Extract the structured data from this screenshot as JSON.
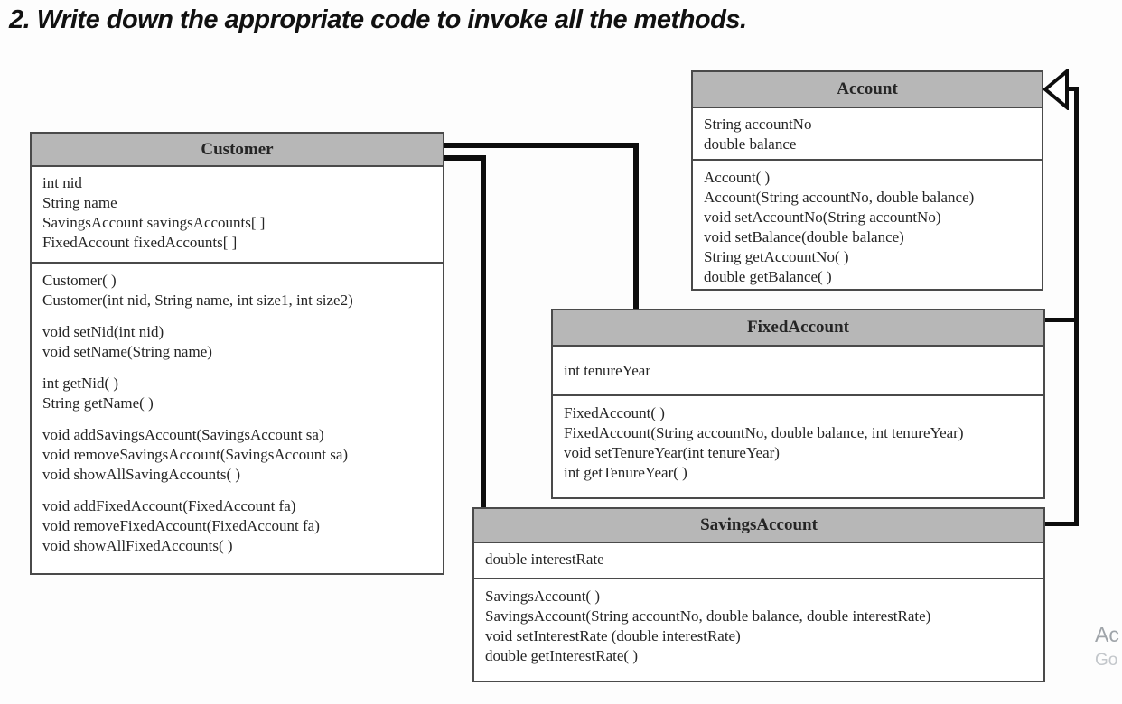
{
  "title": "2. Write down the appropriate code to invoke all the methods.",
  "colors": {
    "header_fill": "#b7b7b7",
    "box_border": "#4a4a4a",
    "connector": "#0d0d0d",
    "text": "#252525",
    "background": "#fdfdfd"
  },
  "classes": [
    {
      "name": "Customer",
      "attributes": [
        "int nid",
        "String name",
        "SavingsAccount savingsAccounts[ ]",
        "FixedAccount fixedAccounts[ ]"
      ],
      "method_groups": [
        [
          "Customer( )",
          "Customer(int nid, String name, int size1, int size2)"
        ],
        [
          "void setNid(int nid)",
          "void setName(String name)"
        ],
        [
          "int getNid( )",
          "String getName( )"
        ],
        [
          "void addSavingsAccount(SavingsAccount sa)",
          "void removeSavingsAccount(SavingsAccount sa)",
          "void showAllSavingAccounts( )"
        ],
        [
          "void addFixedAccount(FixedAccount fa)",
          "void removeFixedAccount(FixedAccount fa)",
          "void showAllFixedAccounts( )"
        ]
      ]
    },
    {
      "name": "Account",
      "attributes": [
        "String accountNo",
        "double balance"
      ],
      "method_groups": [
        [
          "Account( )",
          "Account(String accountNo, double balance)",
          "void setAccountNo(String accountNo)",
          "void setBalance(double balance)",
          "String getAccountNo( )",
          "double getBalance( )"
        ]
      ]
    },
    {
      "name": "FixedAccount",
      "attributes": [
        "int tenureYear"
      ],
      "method_groups": [
        [
          "FixedAccount( )",
          "FixedAccount(String accountNo, double balance, int tenureYear)",
          "void setTenureYear(int tenureYear)",
          "int getTenureYear( )"
        ]
      ]
    },
    {
      "name": "SavingsAccount",
      "attributes": [
        "double interestRate"
      ],
      "method_groups": [
        [
          "SavingsAccount( )",
          "SavingsAccount(String accountNo, double balance, double interestRate)",
          "void setInterestRate (double interestRate)",
          "double getInterestRate( )"
        ]
      ]
    }
  ],
  "relationships": [
    {
      "type": "association",
      "from": "Customer",
      "to": "FixedAccount"
    },
    {
      "type": "association",
      "from": "Customer",
      "to": "SavingsAccount"
    },
    {
      "type": "inheritance",
      "from": "FixedAccount",
      "to": "Account"
    },
    {
      "type": "inheritance",
      "from": "SavingsAccount",
      "to": "Account"
    }
  ],
  "watermark": {
    "line1": "Ac",
    "line2": "Go"
  }
}
